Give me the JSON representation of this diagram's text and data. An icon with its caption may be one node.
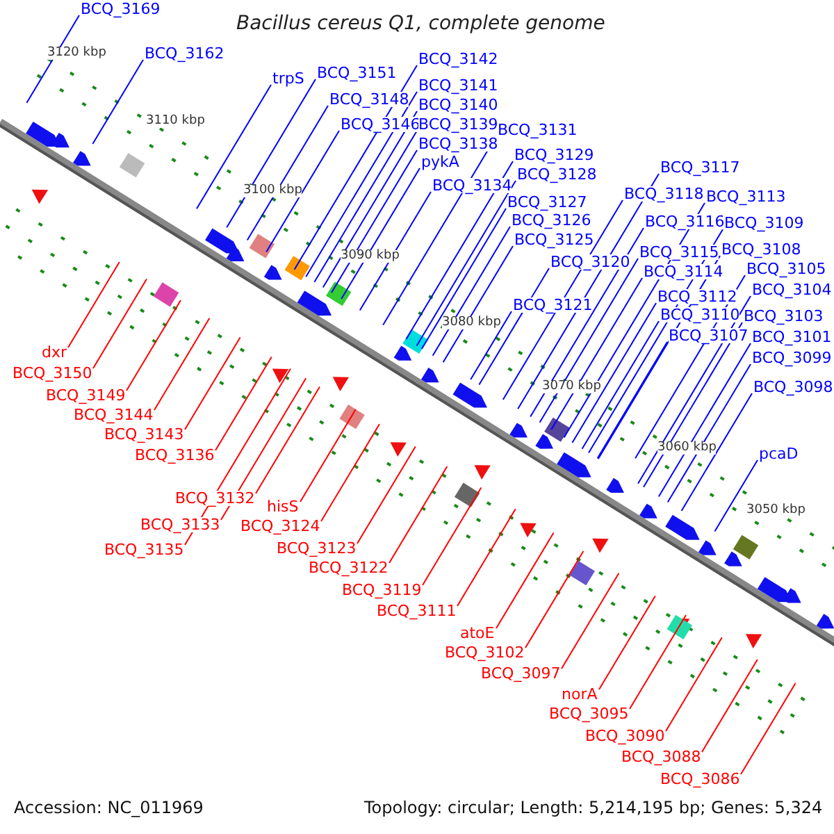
{
  "diagram": {
    "title": "Bacillus cereus Q1, complete genome",
    "nodes": [
      {
        "text": [
          "BCQ_3169"
        ]
      },
      {
        "text": [
          "BCQ_3162"
        ]
      },
      {
        "text": [
          "trpS"
        ]
      },
      {
        "text": [
          "BCQ_3151"
        ]
      },
      {
        "text": [
          "BCQ_3142"
        ]
      },
      {
        "text": [
          "BCQ_3141"
        ]
      },
      {
        "text": [
          "BCQ_3148"
        ]
      },
      {
        "text": [
          "BCQ_3140"
        ]
      },
      {
        "text": [
          "BCQ_3146"
        ]
      },
      {
        "text": [
          "BCQ_3139"
        ]
      },
      {
        "text": [
          "BCQ_3138"
        ]
      },
      {
        "text": [
          "BCQ_3131"
        ]
      },
      {
        "text": [
          "pykA"
        ]
      },
      {
        "text": [
          "BCQ_3129"
        ]
      },
      {
        "text": [
          "BCQ_3134"
        ]
      },
      {
        "text": [
          "BCQ_3128"
        ]
      },
      {
        "text": [
          "BCQ_3117"
        ]
      },
      {
        "text": [
          "BCQ_3127"
        ]
      },
      {
        "text": [
          "BCQ_3118"
        ]
      },
      {
        "text": [
          "BCQ_3113"
        ]
      },
      {
        "text": [
          "BCQ_3126"
        ]
      },
      {
        "text": [
          "BCQ_3116"
        ]
      },
      {
        "text": [
          "BCQ_3109"
        ]
      },
      {
        "text": [
          "BCQ_3125"
        ]
      },
      {
        "text": [
          "BCQ_3115"
        ]
      },
      {
        "text": [
          "BCQ_3108"
        ]
      },
      {
        "text": [
          "BCQ_3120"
        ]
      },
      {
        "text": [
          "BCQ_3114"
        ]
      },
      {
        "text": [
          "BCQ_3105"
        ]
      },
      {
        "text": [
          "BCQ_3112"
        ]
      },
      {
        "text": [
          "BCQ_3104"
        ]
      },
      {
        "text": [
          "BCQ_3121"
        ]
      },
      {
        "text": [
          "BCQ_3110"
        ]
      },
      {
        "text": [
          "BCQ_3103"
        ]
      },
      {
        "text": [
          "BCQ_3107"
        ]
      },
      {
        "text": [
          "BCQ_3101"
        ]
      },
      {
        "text": [
          "BCQ_3099"
        ]
      },
      {
        "text": [
          "BCQ_3098"
        ]
      },
      {
        "text": [
          "pcaD"
        ]
      },
      {
        "text": [
          "dxr"
        ]
      },
      {
        "text": [
          "BCQ_3150"
        ]
      },
      {
        "text": [
          "BCQ_3149"
        ]
      },
      {
        "text": [
          "BCQ_3144"
        ]
      },
      {
        "text": [
          "BCQ_3143"
        ]
      },
      {
        "text": [
          "BCQ_3136"
        ]
      },
      {
        "text": [
          "BCQ_3132"
        ]
      },
      {
        "text": [
          "hisS"
        ]
      },
      {
        "text": [
          "BCQ_3133"
        ]
      },
      {
        "text": [
          "BCQ_3124"
        ]
      },
      {
        "text": [
          "BCQ_3135"
        ]
      },
      {
        "text": [
          "BCQ_3123"
        ]
      },
      {
        "text": [
          "BCQ_3122"
        ]
      },
      {
        "text": [
          "BCQ_3119"
        ]
      },
      {
        "text": [
          "BCQ_3111"
        ]
      },
      {
        "text": [
          "atoE"
        ]
      },
      {
        "text": [
          "BCQ_3102"
        ]
      },
      {
        "text": [
          "BCQ_3097"
        ]
      },
      {
        "text": [
          "norA"
        ]
      },
      {
        "text": [
          "BCQ_3095"
        ]
      },
      {
        "text": [
          "BCQ_3090"
        ]
      },
      {
        "text": [
          "BCQ_3088"
        ]
      },
      {
        "text": [
          "BCQ_3086"
        ]
      }
    ],
    "edges": [
      {
        "from": 0,
        "to": null,
        "arrow": "none"
      },
      {
        "from": 1,
        "to": null,
        "arrow": "none"
      },
      {
        "from": 2,
        "to": null,
        "arrow": "none"
      },
      {
        "from": 3,
        "to": null,
        "arrow": "none"
      },
      {
        "from": 4,
        "to": null,
        "arrow": "none"
      },
      {
        "from": 5,
        "to": null,
        "arrow": "none"
      },
      {
        "from": 6,
        "to": null,
        "arrow": "none"
      },
      {
        "from": 7,
        "to": null,
        "arrow": "none"
      },
      {
        "from": 8,
        "to": null,
        "arrow": "none"
      },
      {
        "from": 9,
        "to": null,
        "arrow": "none"
      },
      {
        "from": 10,
        "to": null,
        "arrow": "none"
      },
      {
        "from": 11,
        "to": null,
        "arrow": "none"
      },
      {
        "from": 12,
        "to": null,
        "arrow": "none"
      },
      {
        "from": 13,
        "to": null,
        "arrow": "none"
      },
      {
        "from": 14,
        "to": null,
        "arrow": "none"
      },
      {
        "from": 15,
        "to": null,
        "arrow": "none"
      },
      {
        "from": 16,
        "to": null,
        "arrow": "none"
      },
      {
        "from": 17,
        "to": null,
        "arrow": "none"
      },
      {
        "from": 18,
        "to": null,
        "arrow": "none"
      },
      {
        "from": 19,
        "to": null,
        "arrow": "none"
      },
      {
        "from": 20,
        "to": null,
        "arrow": "none"
      },
      {
        "from": 21,
        "to": null,
        "arrow": "none"
      },
      {
        "from": 22,
        "to": null,
        "arrow": "none"
      },
      {
        "from": 23,
        "to": null,
        "arrow": "none"
      },
      {
        "from": 24,
        "to": null,
        "arrow": "none"
      },
      {
        "from": 25,
        "to": null,
        "arrow": "none"
      },
      {
        "from": 26,
        "to": null,
        "arrow": "none"
      },
      {
        "from": 27,
        "to": null,
        "arrow": "none"
      },
      {
        "from": 28,
        "to": null,
        "arrow": "none"
      },
      {
        "from": 29,
        "to": null,
        "arrow": "none"
      },
      {
        "from": 30,
        "to": null,
        "arrow": "none"
      },
      {
        "from": 31,
        "to": null,
        "arrow": "none"
      },
      {
        "from": 32,
        "to": null,
        "arrow": "none"
      },
      {
        "from": 33,
        "to": null,
        "arrow": "none"
      },
      {
        "from": 34,
        "to": null,
        "arrow": "none"
      },
      {
        "from": 35,
        "to": null,
        "arrow": "none"
      },
      {
        "from": 36,
        "to": null,
        "arrow": "none"
      },
      {
        "from": 37,
        "to": null,
        "arrow": "none"
      },
      {
        "from": 38,
        "to": null,
        "arrow": "none"
      },
      {
        "from": 39,
        "to": null,
        "arrow": "none",
        "color": "#ff0000"
      },
      {
        "from": 40,
        "to": null,
        "arrow": "none",
        "color": "#ff0000"
      },
      {
        "from": 41,
        "to": null,
        "arrow": "none",
        "color": "#ff0000"
      },
      {
        "from": 42,
        "to": null,
        "arrow": "none",
        "color": "#ff0000"
      },
      {
        "from": 43,
        "to": null,
        "arrow": "none",
        "color": "#ff0000"
      },
      {
        "from": 44,
        "to": null,
        "arrow": "none",
        "color": "#ff0000"
      },
      {
        "from": 45,
        "to": null,
        "arrow": "none",
        "color": "#ff0000"
      },
      {
        "from": 46,
        "to": null,
        "arrow": "none",
        "color": "#ff0000"
      },
      {
        "from": 47,
        "to": null,
        "arrow": "none",
        "color": "#ff0000"
      },
      {
        "from": 48,
        "to": null,
        "arrow": "none",
        "color": "#ff0000"
      },
      {
        "from": 49,
        "to": null,
        "arrow": "none",
        "color": "#ff0000"
      },
      {
        "from": 50,
        "to": null,
        "arrow": "none",
        "color": "#ff0000"
      },
      {
        "from": 51,
        "to": null,
        "arrow": "none",
        "color": "#ff0000"
      },
      {
        "from": 52,
        "to": null,
        "arrow": "none",
        "color": "#ff0000"
      },
      {
        "from": 53,
        "to": null,
        "arrow": "none",
        "color": "#ff0000"
      },
      {
        "from": 54,
        "to": null,
        "arrow": "none",
        "color": "#ff0000"
      },
      {
        "from": 55,
        "to": null,
        "arrow": "none",
        "color": "#ff0000"
      },
      {
        "from": 56,
        "to": null,
        "arrow": "none",
        "color": "#ff0000"
      },
      {
        "from": 57,
        "to": null,
        "arrow": "none",
        "color": "#ff0000"
      },
      {
        "from": 58,
        "to": null,
        "arrow": "none",
        "color": "#ff0000"
      },
      {
        "from": 59,
        "to": null,
        "arrow": "none",
        "color": "#ff0000"
      },
      {
        "from": 60,
        "to": null,
        "arrow": "none",
        "color": "#ff0000"
      },
      {
        "from": 61,
        "to": null,
        "arrow": "none",
        "color": "#ff0000"
      }
    ],
    "labels": [
      "3120 kbp",
      "3110 kbp",
      "3100 kbp",
      "3090 kbp",
      "3080 kbp",
      "3070 kbp",
      "3060 kbp",
      "3050 kbp",
      "Accession: NC_011969",
      "Topology: circular; Length: 5,214,195 bp; Genes: 5,324"
    ]
  }
}
